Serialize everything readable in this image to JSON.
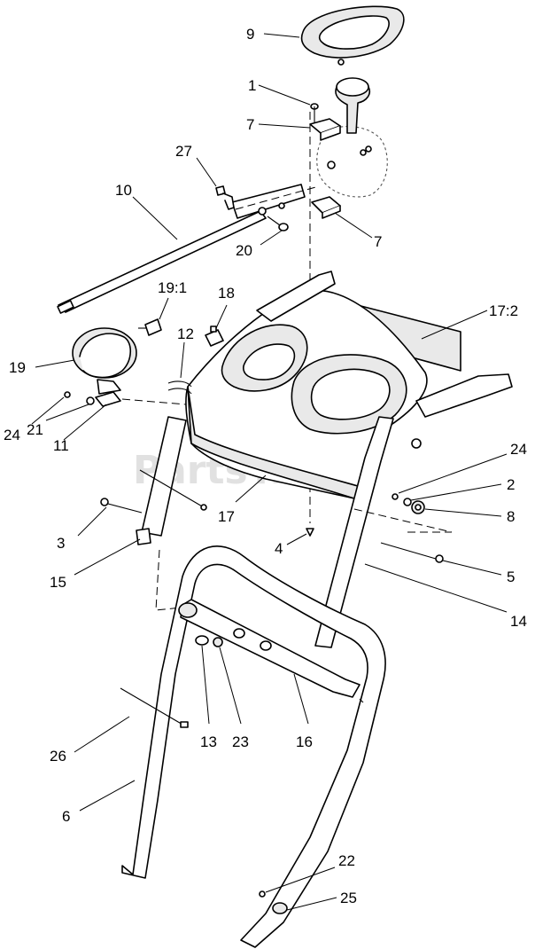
{
  "watermark": "PartsTree",
  "callouts": [
    {
      "id": "c9",
      "text": "9"
    },
    {
      "id": "c1",
      "text": "1"
    },
    {
      "id": "c7a",
      "text": "7"
    },
    {
      "id": "c27",
      "text": "27"
    },
    {
      "id": "c10",
      "text": "10"
    },
    {
      "id": "c7b",
      "text": "7"
    },
    {
      "id": "c20",
      "text": "20"
    },
    {
      "id": "c19_1",
      "text": "19:1"
    },
    {
      "id": "c18",
      "text": "18"
    },
    {
      "id": "c17_2",
      "text": "17:2"
    },
    {
      "id": "c12",
      "text": "12"
    },
    {
      "id": "c19",
      "text": "19"
    },
    {
      "id": "c24a",
      "text": "24"
    },
    {
      "id": "c21",
      "text": "21"
    },
    {
      "id": "c11",
      "text": "11"
    },
    {
      "id": "c24b",
      "text": "24"
    },
    {
      "id": "c2",
      "text": "2"
    },
    {
      "id": "c8",
      "text": "8"
    },
    {
      "id": "c17",
      "text": "17"
    },
    {
      "id": "c3",
      "text": "3"
    },
    {
      "id": "c4",
      "text": "4"
    },
    {
      "id": "c5",
      "text": "5"
    },
    {
      "id": "c15",
      "text": "15"
    },
    {
      "id": "c14",
      "text": "14"
    },
    {
      "id": "c13",
      "text": "13"
    },
    {
      "id": "c23",
      "text": "23"
    },
    {
      "id": "c16",
      "text": "16"
    },
    {
      "id": "c26",
      "text": "26"
    },
    {
      "id": "c6",
      "text": "6"
    },
    {
      "id": "c22",
      "text": "22"
    },
    {
      "id": "c25",
      "text": "25"
    }
  ]
}
